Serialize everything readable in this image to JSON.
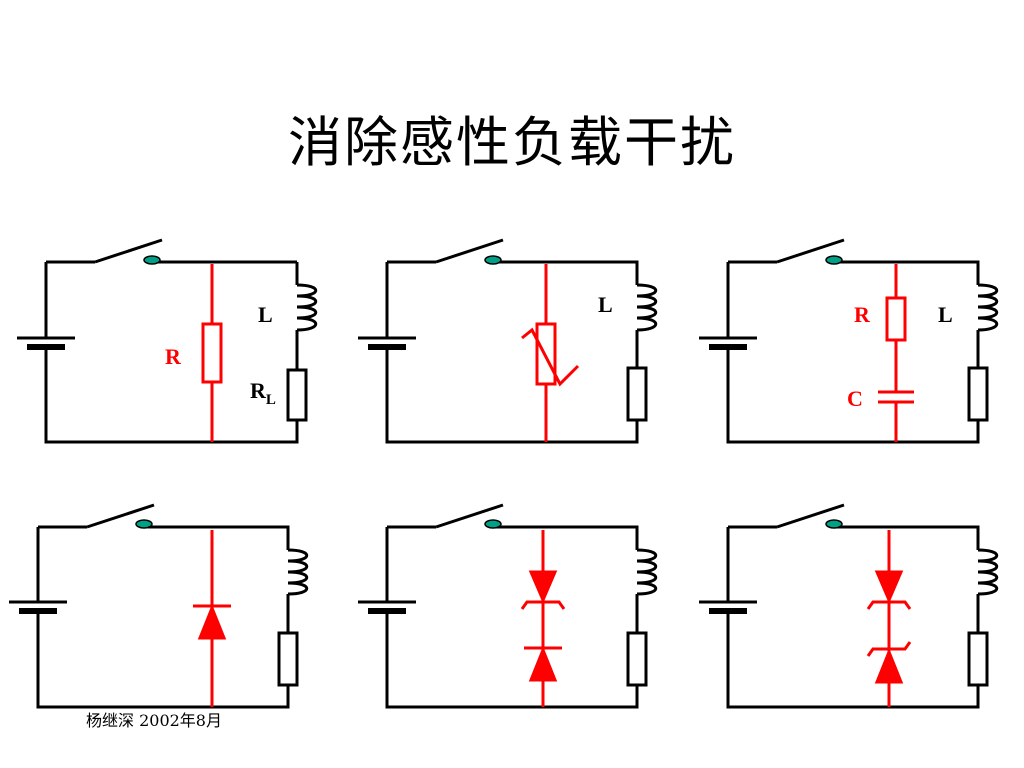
{
  "title": "消除感性负载干扰",
  "footer": "杨继深  2002年8月",
  "colors": {
    "circuit": "#000000",
    "suppressor": "#ff0000",
    "contact": "#00a087"
  },
  "circuits": [
    {
      "suppressor": "resistor",
      "labels": {
        "L": "L",
        "R": "R",
        "RL_main": "R",
        "RL_sub": "L"
      }
    },
    {
      "suppressor": "varistor",
      "labels": {
        "L": "L"
      }
    },
    {
      "suppressor": "rc-snubber",
      "labels": {
        "R": "R",
        "C": "C",
        "L": "L"
      }
    },
    {
      "suppressor": "diode"
    },
    {
      "suppressor": "tvs-unidirectional"
    },
    {
      "suppressor": "tvs-bidirectional"
    }
  ]
}
